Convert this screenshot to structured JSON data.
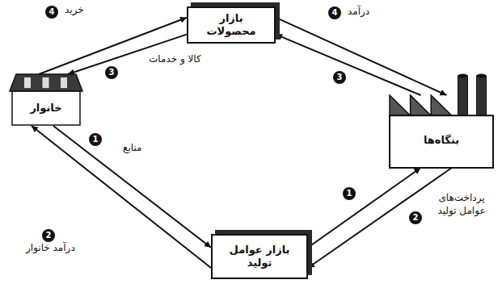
{
  "diagram": {
    "nodes": [
      {
        "text": [
          "بازار محصولات"
        ]
      },
      {
        "text": [
          "خانوار"
        ]
      },
      {
        "text": [
          "بنگاه‌ها"
        ]
      },
      {
        "text": [
          "بازار عوامل تولید"
        ]
      }
    ],
    "edges": [
      {
        "from": 1,
        "to": 0,
        "label": "خرید",
        "arrow": "to"
      },
      {
        "from": 0,
        "to": 1,
        "label": "کالا و خدمات",
        "arrow": "to"
      },
      {
        "from": 2,
        "to": 0,
        "arrow": "to"
      },
      {
        "from": 0,
        "to": 2,
        "label": "درآمد",
        "arrow": "to"
      },
      {
        "from": 1,
        "to": 3,
        "label": "منابع",
        "arrow": "to"
      },
      {
        "from": 3,
        "to": 2,
        "arrow": "to"
      },
      {
        "from": 2,
        "to": 3,
        "label": "پرداخت‌های عوامل تولید",
        "arrow": "to"
      },
      {
        "from": 3,
        "to": 1,
        "label": "درآمد خانوار",
        "arrow": "to"
      }
    ],
    "labels": [
      "4",
      "3",
      "4",
      "3",
      "1",
      "2",
      "1",
      "2"
    ]
  }
}
